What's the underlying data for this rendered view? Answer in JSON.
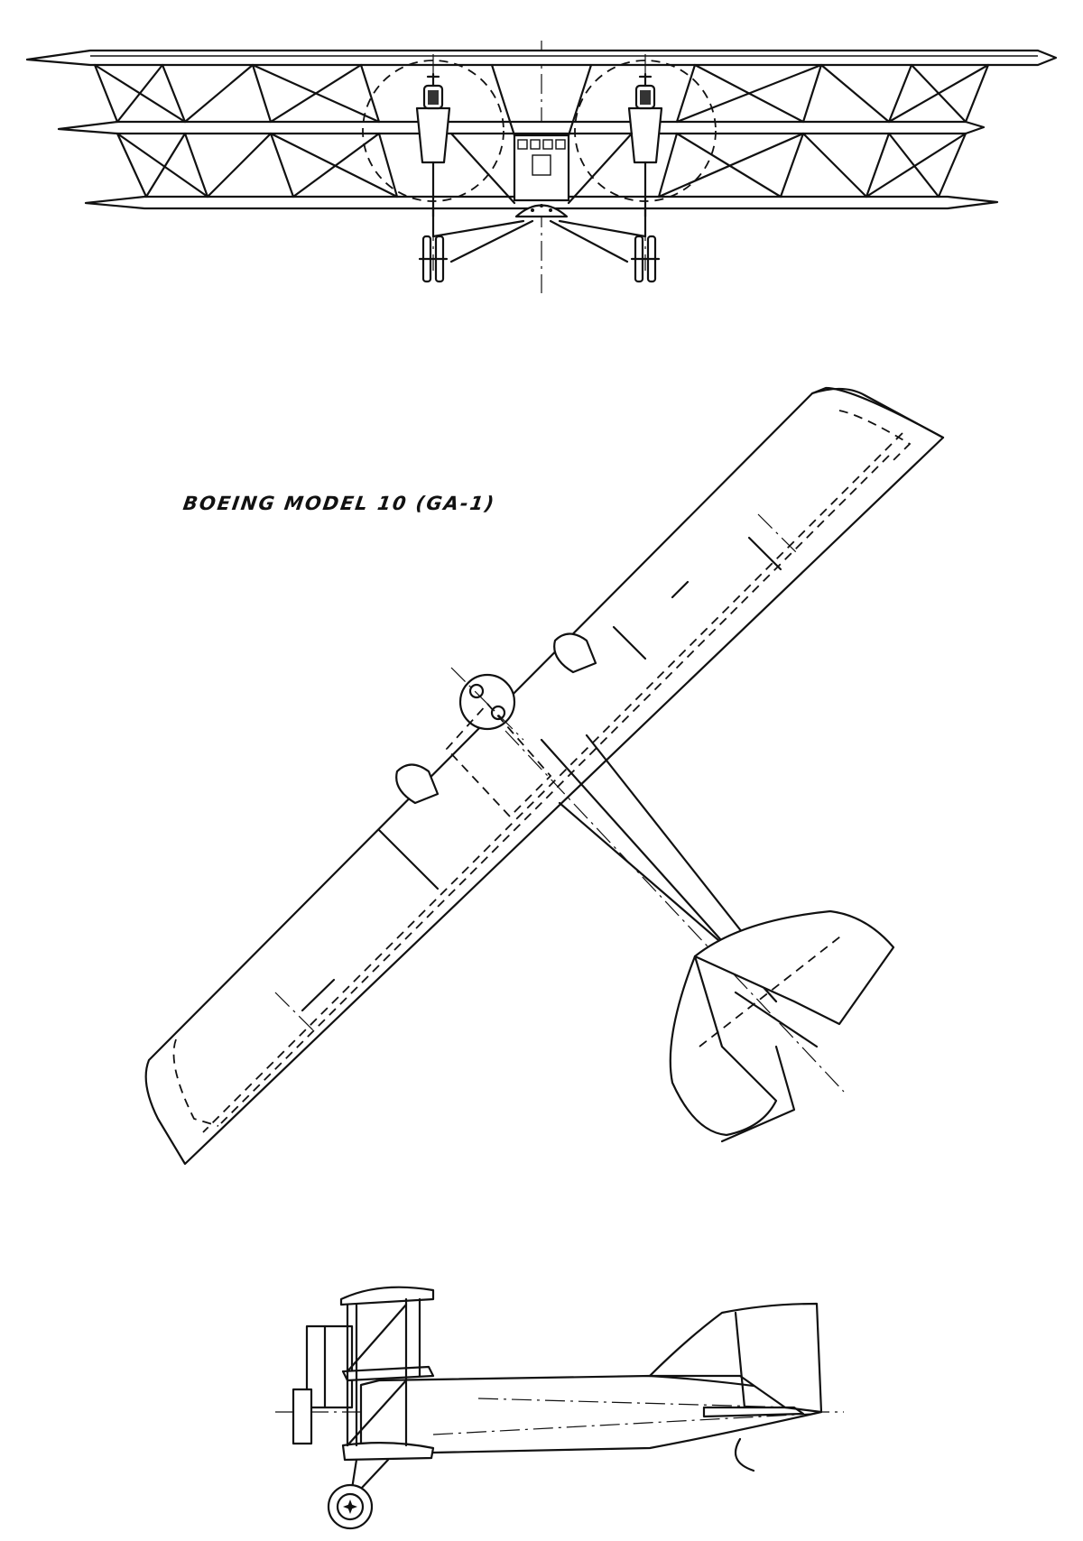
{
  "drawing": {
    "title": "BOEING MODEL 10 (GA-1)",
    "views": [
      "front",
      "top",
      "side"
    ],
    "line_color": "#111111",
    "background": "#ffffff"
  }
}
